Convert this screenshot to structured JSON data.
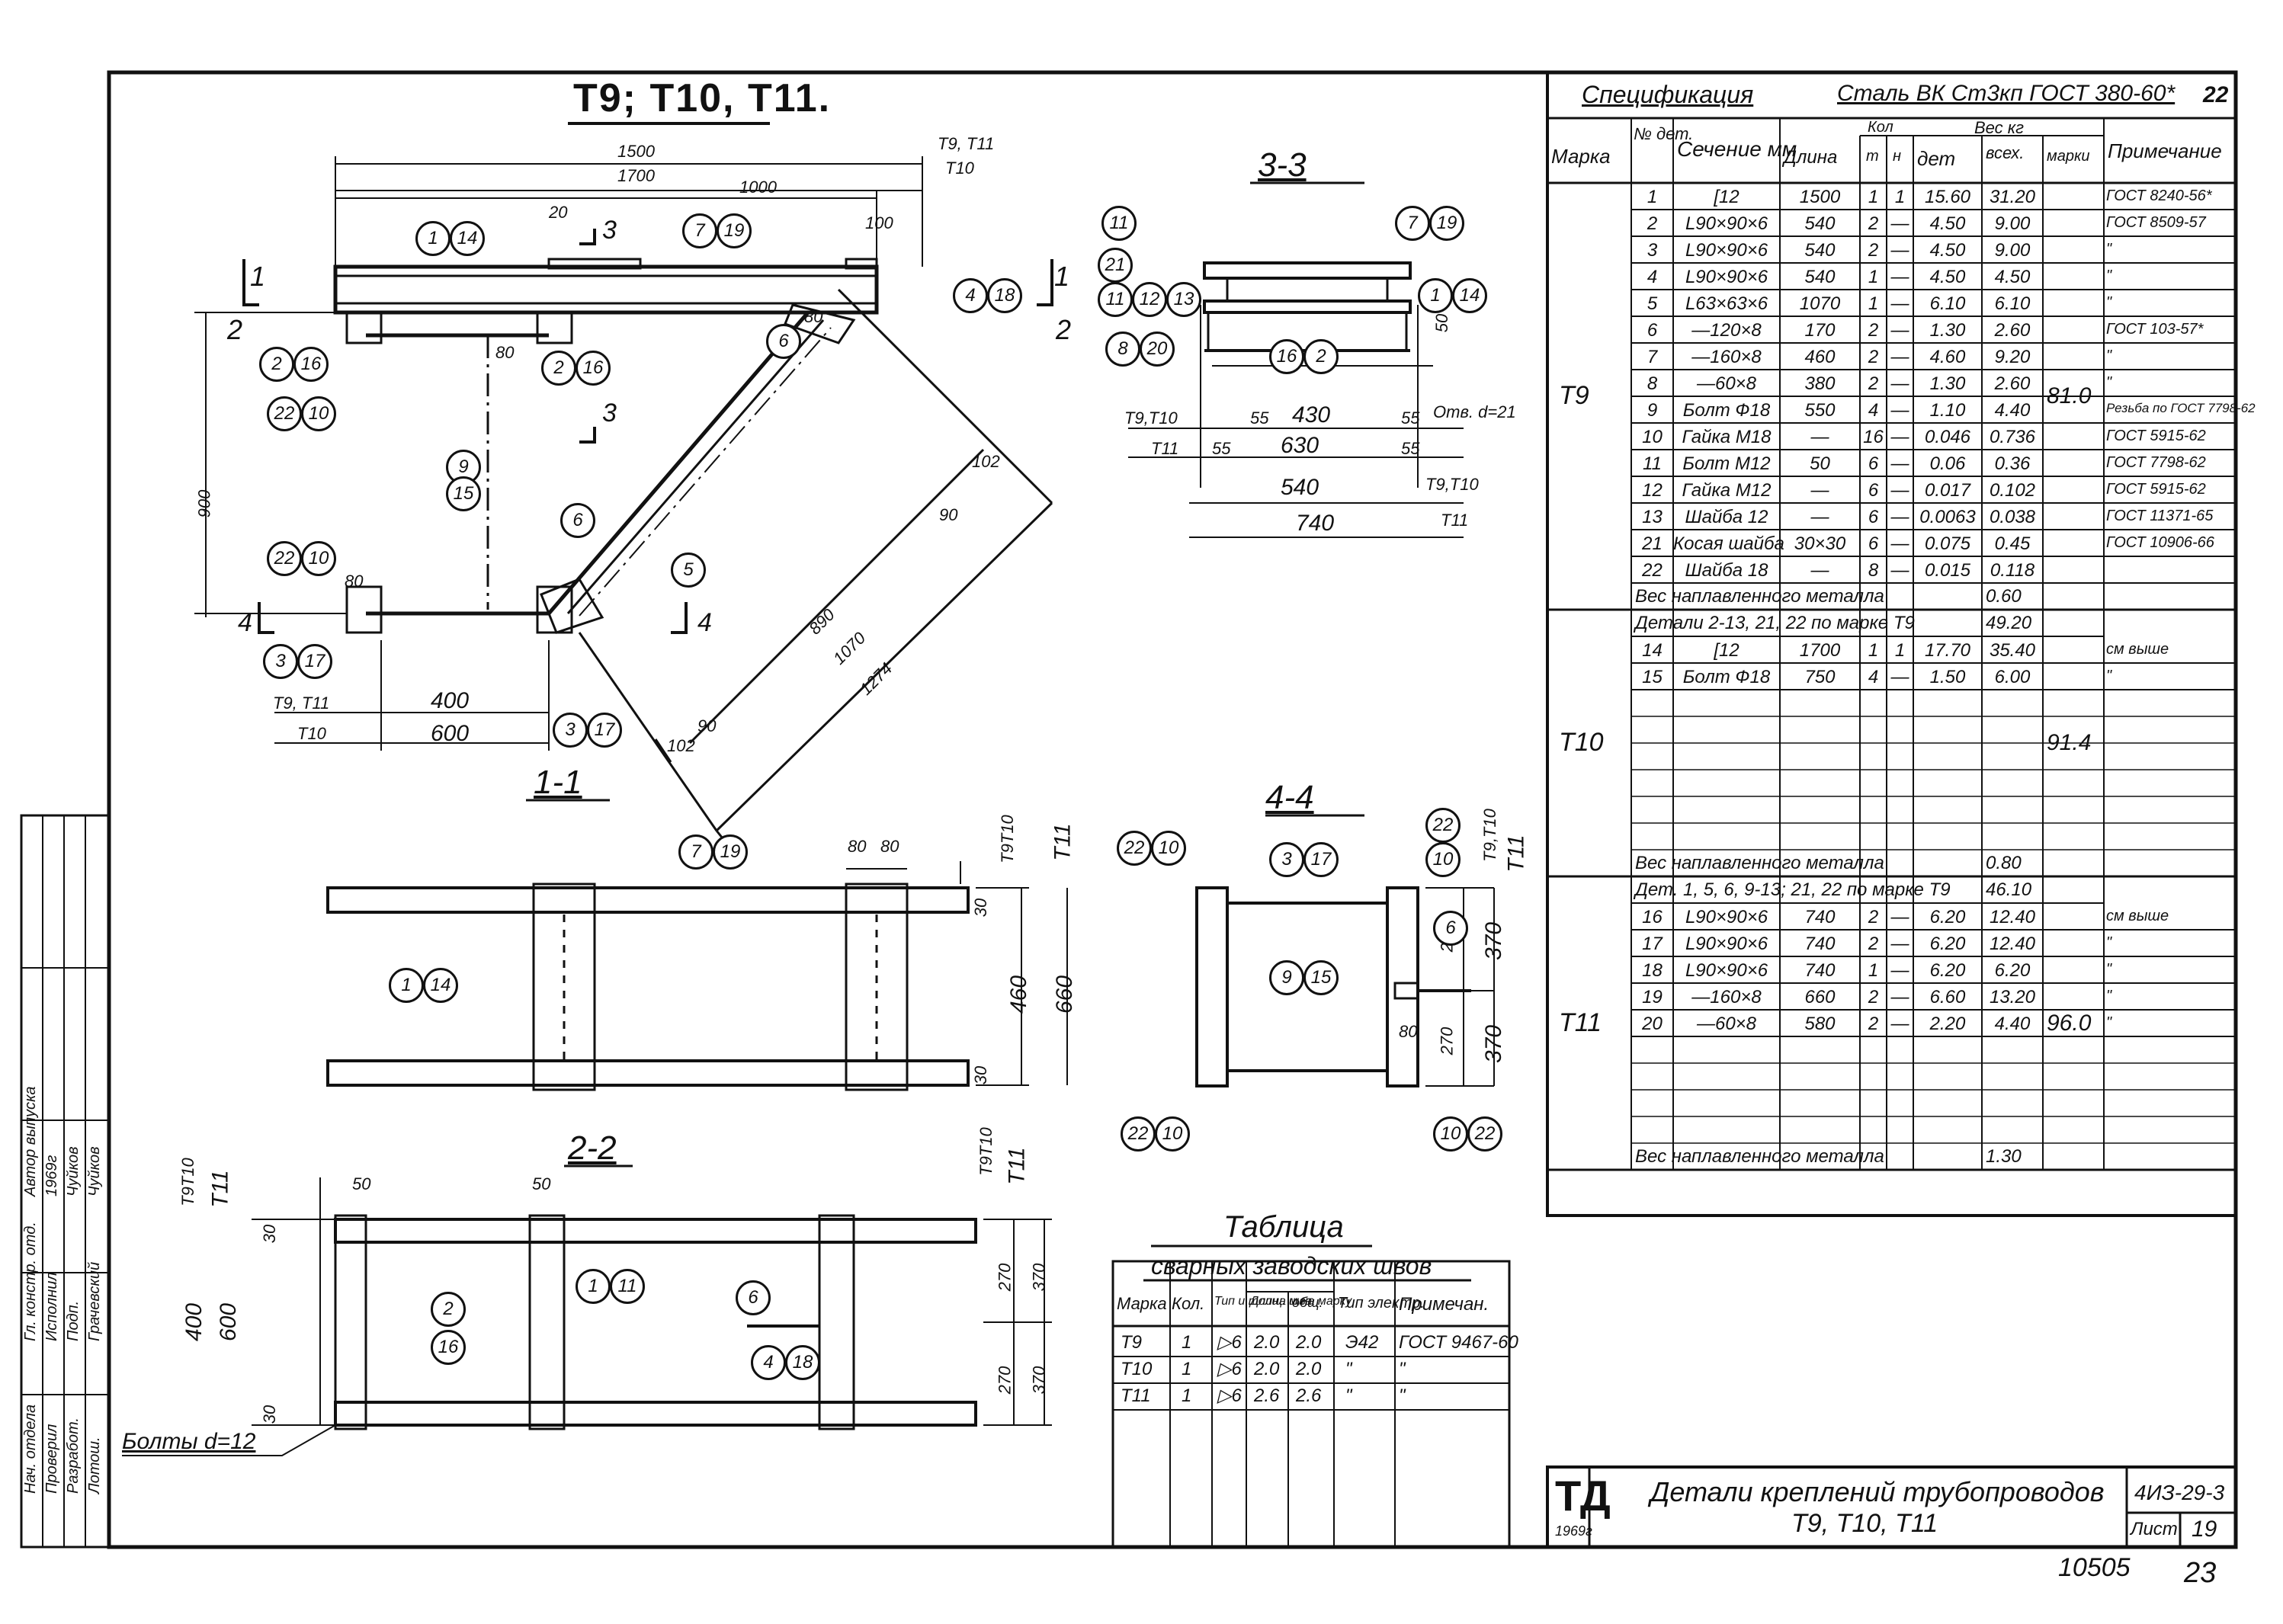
{
  "sheet_title": "T9; T10, T11.",
  "section_labels": {
    "s1": "1-1",
    "s2": "2-2",
    "s3": "3-3",
    "s4": "4-4",
    "cut1": "1",
    "cut2": "2",
    "cut3": "3",
    "cut4": "4"
  },
  "plan": {
    "dims": [
      "1500",
      "1700",
      "1000",
      "20",
      "100",
      "80",
      "80",
      "900",
      "80",
      "400",
      "600",
      "90",
      "102",
      "890",
      "1070",
      "1274",
      "102",
      "90"
    ],
    "labels": {
      "t9t11": "T9, T11",
      "t10": "T10",
      "t9t11b": "T9, T11",
      "t10b": "T10"
    },
    "bubbles": [
      "1",
      "14",
      "7",
      "19",
      "4",
      "18",
      "2",
      "16",
      "2",
      "16",
      "22",
      "10",
      "6",
      "9",
      "15",
      "22",
      "10",
      "5",
      "6",
      "3",
      "17",
      "3",
      "17"
    ]
  },
  "view3": {
    "dims": [
      "55",
      "430",
      "55",
      "55",
      "630",
      "55",
      "540",
      "740",
      "50"
    ],
    "labels": {
      "a": "T9,T10",
      "b": "T11",
      "c": "T9,T10",
      "d": "T11",
      "hole": "Отв. d=21"
    },
    "bubbles": [
      "11",
      "7",
      "19",
      "21",
      "11",
      "12",
      "13",
      "1",
      "14",
      "8",
      "20",
      "16",
      "2"
    ]
  },
  "view1": {
    "dims": [
      "80",
      "80",
      "30",
      "460",
      "660",
      "30"
    ],
    "labels": {
      "a": "T9T10",
      "b": "T11"
    },
    "bubbles": [
      "7",
      "19",
      "1",
      "14"
    ]
  },
  "view4": {
    "dims": [
      "270",
      "370",
      "270",
      "370",
      "80"
    ],
    "labels": {
      "a": "T9,T10",
      "b": "T11"
    },
    "bubbles": [
      "22",
      "10",
      "3",
      "17",
      "22",
      "10",
      "6",
      "9",
      "15",
      "22",
      "10",
      "10",
      "22"
    ]
  },
  "view2": {
    "dims": [
      "50",
      "50",
      "30",
      "400",
      "600",
      "30",
      "270",
      "370",
      "270",
      "370"
    ],
    "labels": {
      "a": "T9T10",
      "b": "T11",
      "c": "T9T10",
      "d": "T11",
      "bolts": "Болты d=12"
    },
    "bubbles": [
      "2",
      "16",
      "1",
      "11",
      "6",
      "4",
      "18"
    ]
  },
  "spec": {
    "title": "Спецификация",
    "steel": "Сталь ВК Ст3кп ГОСТ 380-60*",
    "sheetno": "22",
    "headers": {
      "mark": "Марка",
      "det": "№ дет.",
      "section": "Сечение мм",
      "length": "Длина",
      "qty": "Кол",
      "qt": "т",
      "qn": "н",
      "weight": "Вес кг",
      "wdet": "дет",
      "wall": "всех.",
      "wmark": "марки",
      "note": "Примечание"
    },
    "t9": {
      "mark": "T9",
      "total": "81.0",
      "rows": [
        [
          "1",
          "[12",
          "1500",
          "1",
          "1",
          "15.60",
          "31.20",
          "ГОСТ 8240-56*"
        ],
        [
          "2",
          "L90×90×6",
          "540",
          "2",
          "—",
          "4.50",
          "9.00",
          "ГОСТ 8509-57"
        ],
        [
          "3",
          "L90×90×6",
          "540",
          "2",
          "—",
          "4.50",
          "9.00",
          "\""
        ],
        [
          "4",
          "L90×90×6",
          "540",
          "1",
          "—",
          "4.50",
          "4.50",
          "\""
        ],
        [
          "5",
          "L63×63×6",
          "1070",
          "1",
          "—",
          "6.10",
          "6.10",
          "\""
        ],
        [
          "6",
          "—120×8",
          "170",
          "2",
          "—",
          "1.30",
          "2.60",
          "ГОСТ 103-57*"
        ],
        [
          "7",
          "—160×8",
          "460",
          "2",
          "—",
          "4.60",
          "9.20",
          "\""
        ],
        [
          "8",
          "—60×8",
          "380",
          "2",
          "—",
          "1.30",
          "2.60",
          "\""
        ],
        [
          "9",
          "Болт Ф18",
          "550",
          "4",
          "—",
          "1.10",
          "4.40",
          "Резьба по ГОСТ 7798-62"
        ],
        [
          "10",
          "Гайка М18",
          "—",
          "16",
          "—",
          "0.046",
          "0.736",
          "ГОСТ 5915-62"
        ],
        [
          "11",
          "Болт М12",
          "50",
          "6",
          "—",
          "0.06",
          "0.36",
          "ГОСТ 7798-62"
        ],
        [
          "12",
          "Гайка М12",
          "—",
          "6",
          "—",
          "0.017",
          "0.102",
          "ГОСТ 5915-62"
        ],
        [
          "13",
          "Шайба 12",
          "—",
          "6",
          "—",
          "0.0063",
          "0.038",
          "ГОСТ 11371-65"
        ],
        [
          "21",
          "Косая шайба",
          "30×30",
          "6",
          "—",
          "0.075",
          "0.45",
          "ГОСТ 10906-66"
        ],
        [
          "22",
          "Шайба 18",
          "—",
          "8",
          "—",
          "0.015",
          "0.118",
          ""
        ]
      ],
      "weld": "Вес наплавленного металла",
      "weld_val": "0.60"
    },
    "t10": {
      "mark": "T10",
      "total": "91.4",
      "note": "Детали 2-13, 21, 22 по марке T9",
      "note_val": "49.20",
      "rows": [
        [
          "14",
          "[12",
          "1700",
          "1",
          "1",
          "17.70",
          "35.40",
          "см выше"
        ],
        [
          "15",
          "Болт Ф18",
          "750",
          "4",
          "—",
          "1.50",
          "6.00",
          "\""
        ]
      ],
      "weld": "Вес наплавленного металла",
      "weld_val": "0.80"
    },
    "t11": {
      "mark": "T11",
      "total": "96.0",
      "note": "Дет. 1, 5, 6, 9-13; 21, 22 по марке T9",
      "note_val": "46.10",
      "rows": [
        [
          "16",
          "L90×90×6",
          "740",
          "2",
          "—",
          "6.20",
          "12.40",
          "см выше"
        ],
        [
          "17",
          "L90×90×6",
          "740",
          "2",
          "—",
          "6.20",
          "12.40",
          "\""
        ],
        [
          "18",
          "L90×90×6",
          "740",
          "1",
          "—",
          "6.20",
          "6.20",
          "\""
        ],
        [
          "19",
          "—160×8",
          "660",
          "2",
          "—",
          "6.60",
          "13.20",
          "\""
        ],
        [
          "20",
          "—60×8",
          "580",
          "2",
          "—",
          "2.20",
          "4.40",
          "\""
        ]
      ],
      "weld": "Вес наплавленного металла",
      "weld_val": "1.30"
    }
  },
  "welds": {
    "title": "Таблица",
    "subtitle": "сварных заводских швов",
    "headers": [
      "Марка",
      "Кол.",
      "Тип и толщ. шва",
      "Длина м на марку",
      "общ.",
      "Тип электр.",
      "Примечан."
    ],
    "rows": [
      [
        "T9",
        "1",
        "▷6",
        "2.0",
        "2.0",
        "Э42",
        "ГОСТ 9467-60"
      ],
      [
        "T10",
        "1",
        "▷6",
        "2.0",
        "2.0",
        "\"",
        "\""
      ],
      [
        "T11",
        "1",
        "▷6",
        "2.6",
        "2.6",
        "\"",
        "\""
      ]
    ]
  },
  "titleblock": {
    "logo": "ТД",
    "year": "1969г",
    "title": "Детали креплений трубопроводов",
    "subtitle": "T9, T10, T11",
    "code": "4ИЗ-29-3",
    "sheet_label": "Лист",
    "sheet_no": "19"
  },
  "footer": {
    "inv": "10505",
    "page": "23"
  },
  "stamp": {
    "cols": [
      [
        "Нач. отдела",
        "Гл. констр. отд.",
        "Автор выпуска"
      ],
      [
        "Проверил",
        "Исполнил",
        "1969г"
      ],
      [
        "Разработ.",
        "Подп.",
        "Чуйков"
      ],
      [
        "Лотош.",
        "Грачевский",
        "Чуйков"
      ]
    ]
  }
}
